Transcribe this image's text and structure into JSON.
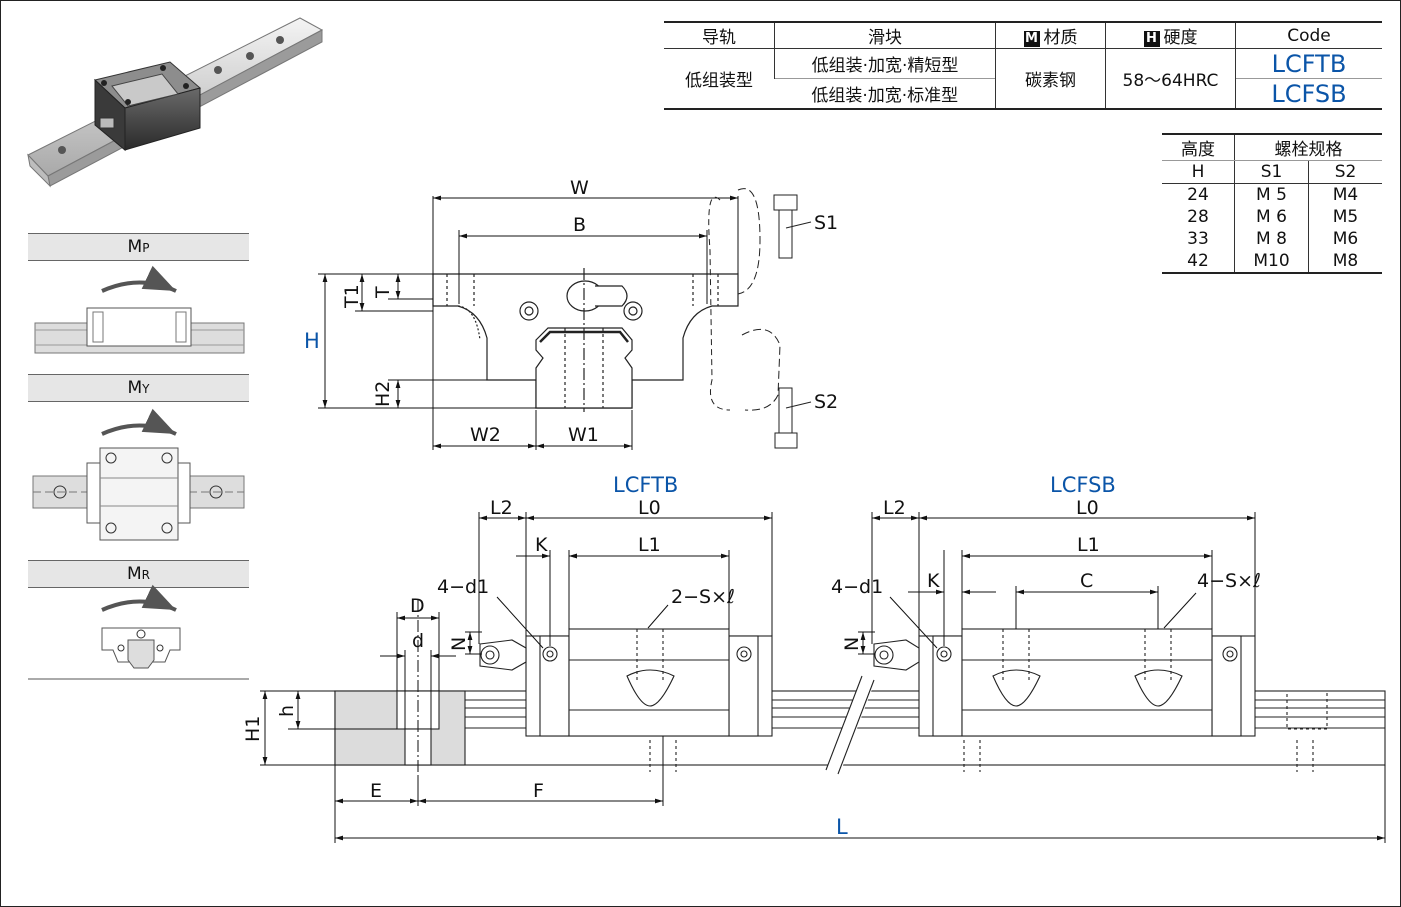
{
  "spec_table": {
    "headers": {
      "rail": "导轨",
      "block": "滑块",
      "material_badge": "M",
      "material": "材质",
      "hardness_badge": "H",
      "hardness": "硬度",
      "code": "Code"
    },
    "rail_type": "低组装型",
    "block_types": [
      "低组装·加宽·精短型",
      "低组装·加宽·标准型"
    ],
    "material_value": "碳素钢",
    "hardness_value": "58～64HRC",
    "codes": [
      "LCFTB",
      "LCFSB"
    ]
  },
  "bolt_table": {
    "headers": {
      "height": "高度",
      "height_sym": "H",
      "bolt": "螺栓规格",
      "s1": "S1",
      "s2": "S2"
    },
    "rows": [
      {
        "h": "24",
        "s1": "M  5",
        "s2": "M4"
      },
      {
        "h": "28",
        "s1": "M  6",
        "s2": "M5"
      },
      {
        "h": "33",
        "s1": "M  8",
        "s2": "M6"
      },
      {
        "h": "42",
        "s1": "M10",
        "s2": "M8"
      }
    ]
  },
  "moment_panels": [
    {
      "main": "M",
      "sub": "P"
    },
    {
      "main": "M",
      "sub": "Y"
    },
    {
      "main": "M",
      "sub": "R"
    }
  ],
  "section_view": {
    "labels": {
      "W": "W",
      "B": "B",
      "H": "H",
      "T1": "T1",
      "T": "T",
      "H2": "H2",
      "W2": "W2",
      "W1": "W1",
      "S1": "S1",
      "S2": "S2"
    }
  },
  "side_view": {
    "titles": [
      "LCFTB",
      "LCFSB"
    ],
    "labels": {
      "L2": "L2",
      "L0": "L0",
      "K": "K",
      "L1": "L1",
      "C": "C",
      "d1_left": "4−d1",
      "d1_right": "4−d1",
      "screw_left": "2−S×ℓ",
      "screw_right": "4−S×ℓ",
      "N": "N",
      "D": "D",
      "d": "d",
      "h": "h",
      "H1": "H1",
      "E": "E",
      "F": "F",
      "L": "L"
    }
  },
  "colors": {
    "accent_blue": "#0b55a8",
    "panel_gray": "#e6e6e6",
    "rail_gray": "#dcdcdc"
  }
}
